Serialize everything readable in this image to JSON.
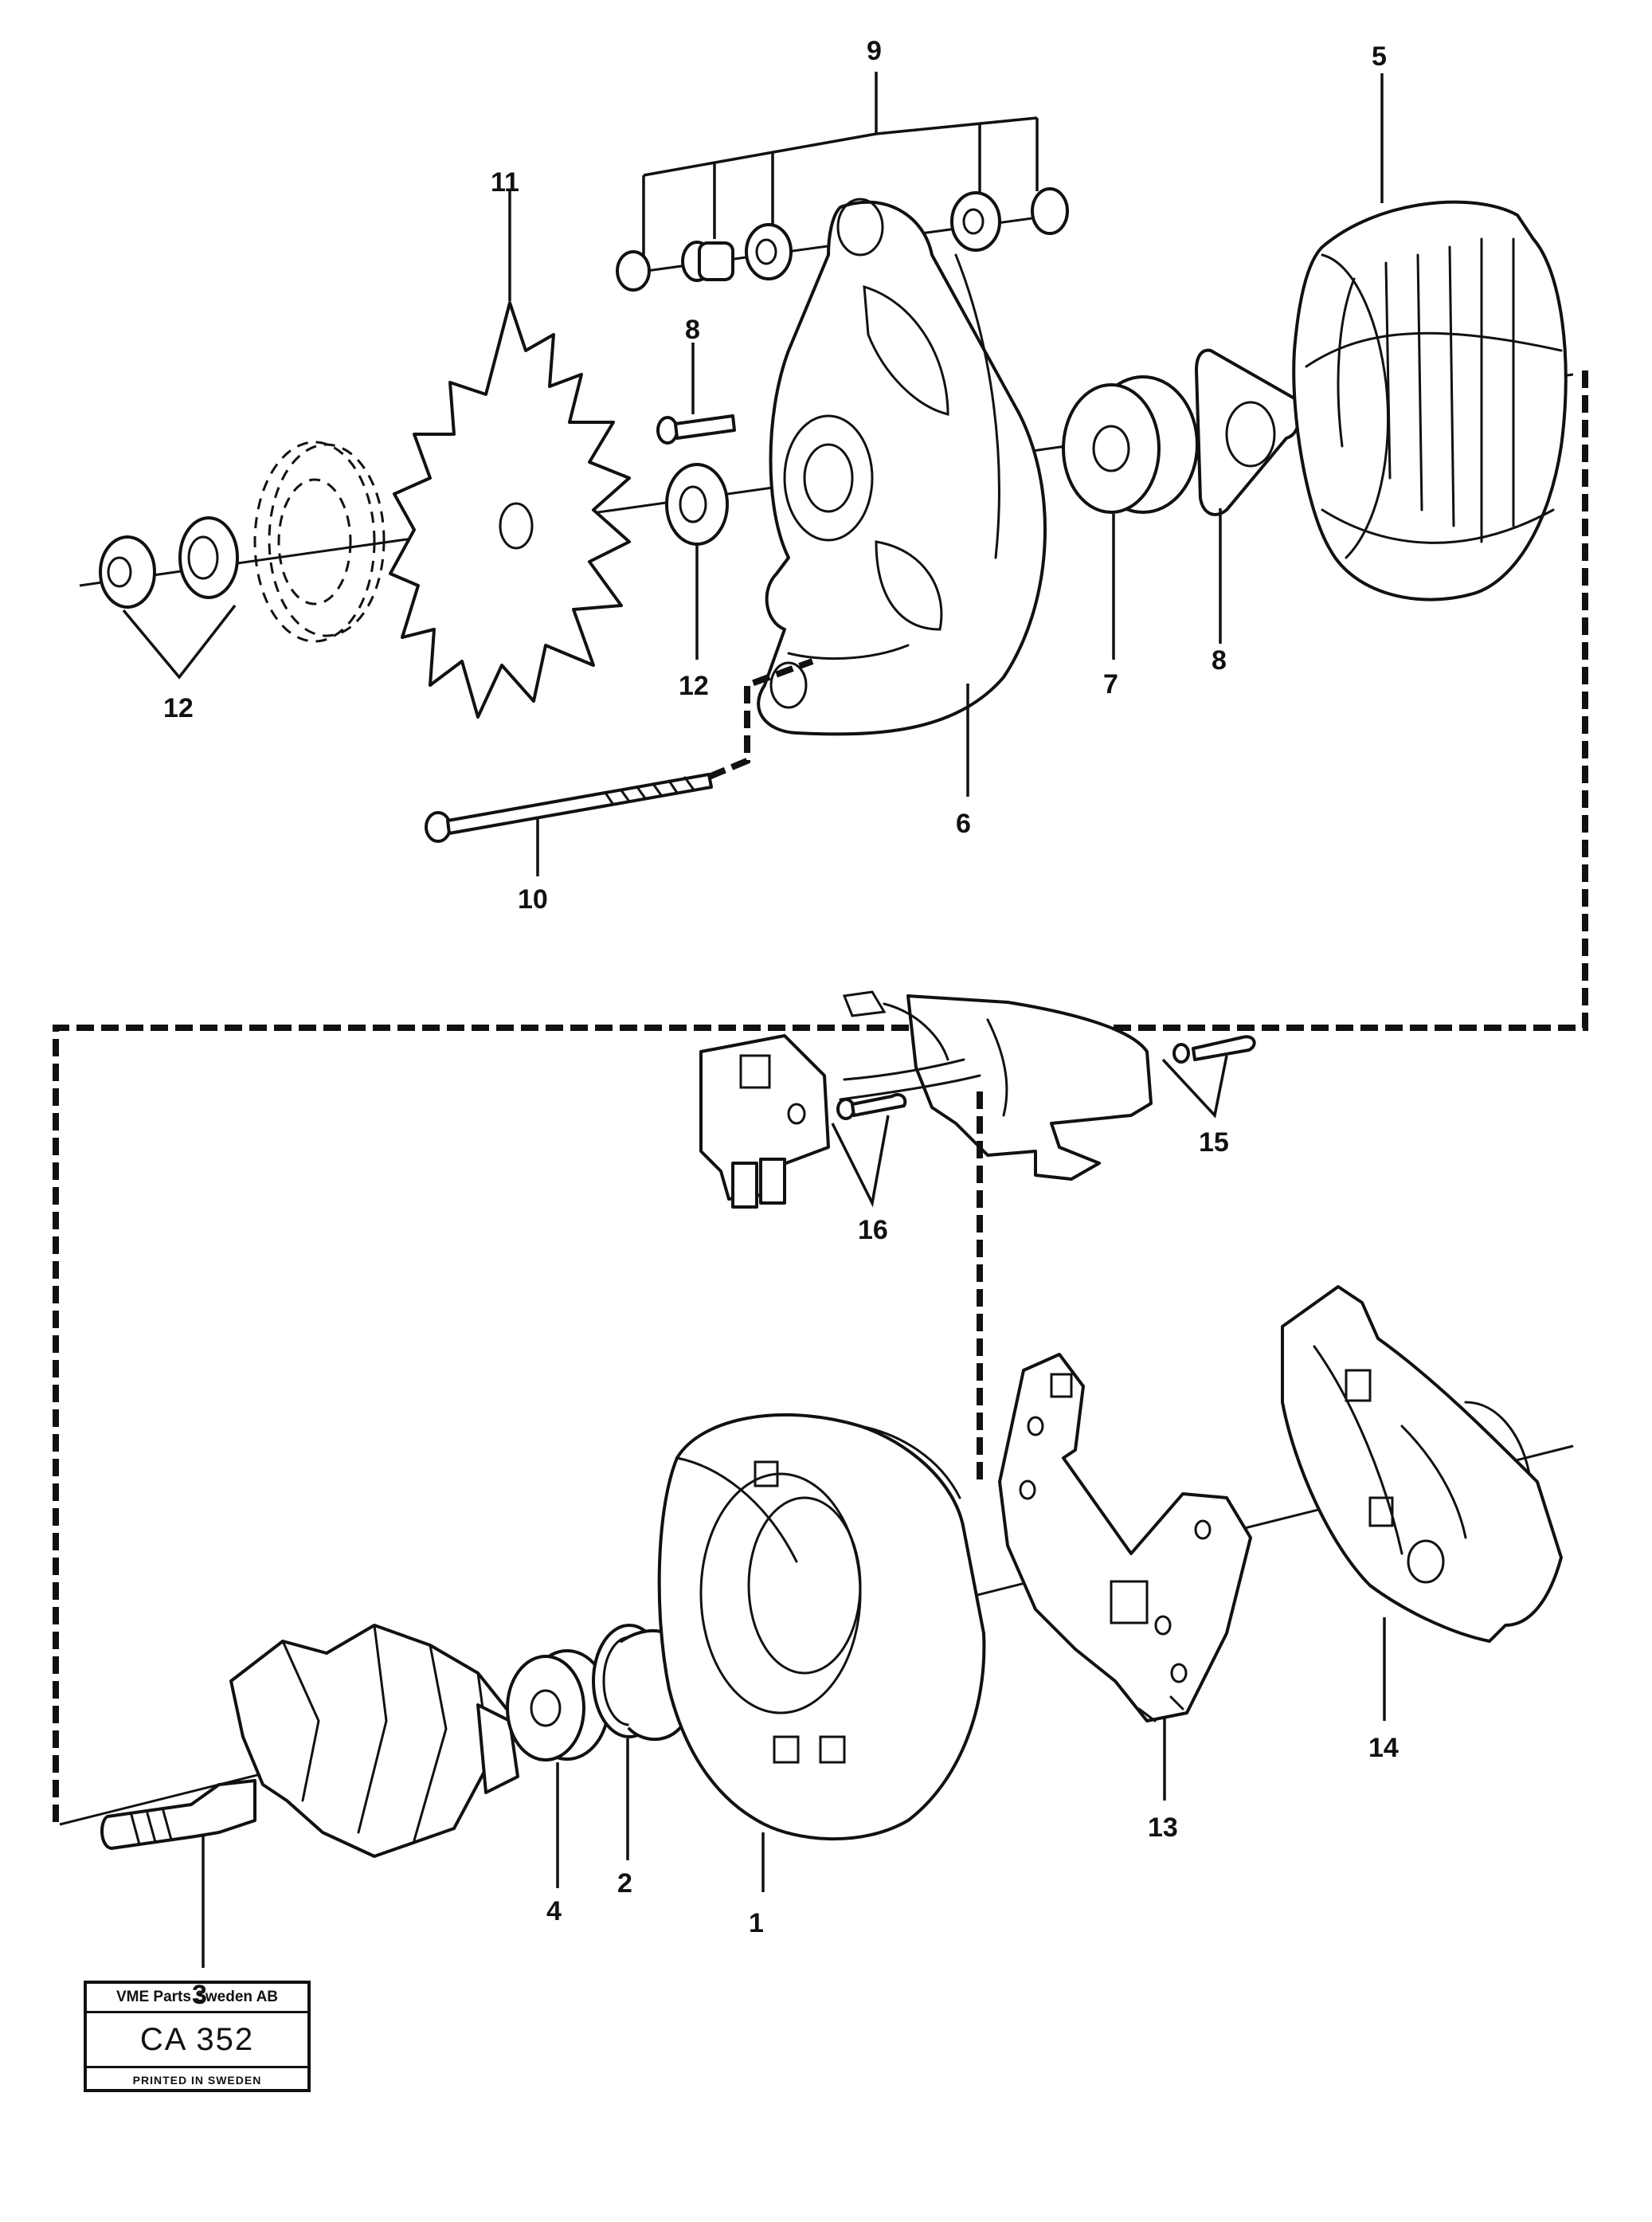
{
  "callouts": {
    "c1": "1",
    "c2": "2",
    "c3": "3",
    "c4": "4",
    "c5": "5",
    "c6": "6",
    "c7": "7",
    "c8a": "8",
    "c8b": "8",
    "c9": "9",
    "c10": "10",
    "c11": "11",
    "c12a": "12",
    "c12b": "12",
    "c13": "13",
    "c14": "14",
    "c15": "15",
    "c16": "16"
  },
  "title_block": {
    "company": "VME Parts Sweden AB",
    "code": "CA 352",
    "printed": "PRINTED IN SWEDEN"
  }
}
